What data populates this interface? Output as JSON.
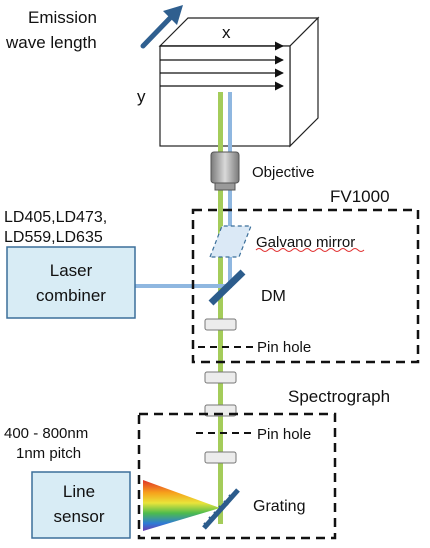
{
  "sample": {
    "emission_line1": "Emission",
    "emission_line2": "wave length",
    "axis_x": "x",
    "axis_y": "y"
  },
  "objective": "Objective",
  "fv1000_title": "FV1000",
  "lasers": {
    "line1": "LD405,LD473,",
    "line2": "LD559,LD635"
  },
  "combiner": {
    "line1": "Laser",
    "line2": "combiner"
  },
  "galvano": "Galvano mirror",
  "dm": "DM",
  "pinhole_1": "Pin hole",
  "spectrograph_title": "Spectrograph",
  "spectral": {
    "range": "400 - 800nm",
    "pitch": "1nm pitch"
  },
  "pinhole_2": "Pin hole",
  "line_sensor": {
    "line1": "Line",
    "line2": "sensor"
  },
  "grating": "Grating",
  "colors": {
    "green_beam": "#a4cc5a",
    "blue_beam": "#8fb7e0",
    "box_fill": "#d8ecf5",
    "box_stroke": "#3b6f9a",
    "arrow_blue": "#2f5f8f",
    "dashed": "#111111"
  }
}
